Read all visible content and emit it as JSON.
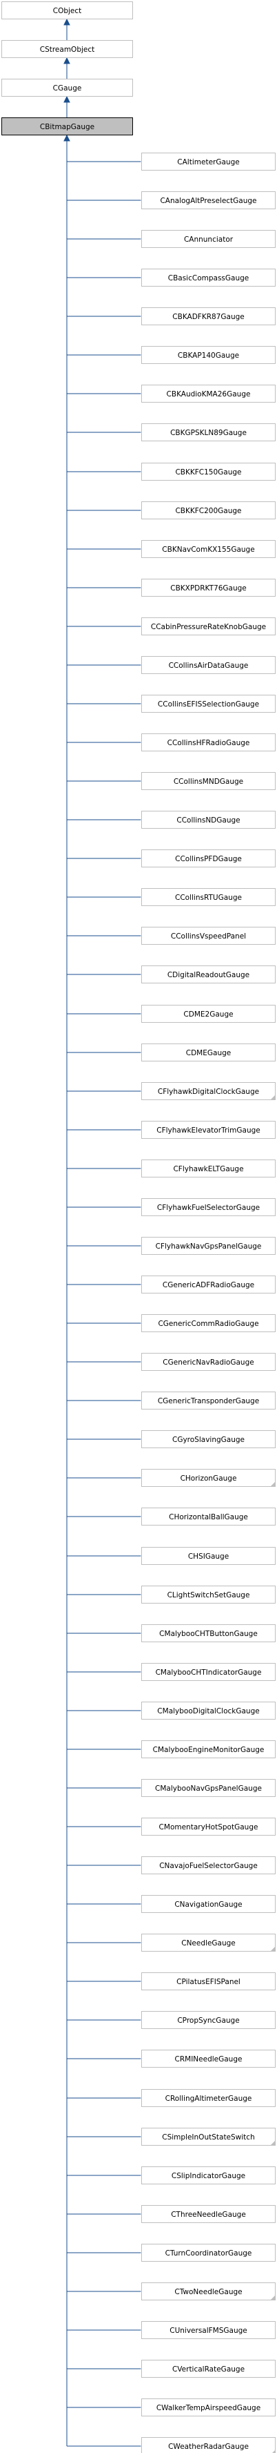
{
  "chain": [
    {
      "name": "CObject",
      "current": false
    },
    {
      "name": "CStreamObject",
      "current": false
    },
    {
      "name": "CGauge",
      "current": false
    },
    {
      "name": "CBitmapGauge",
      "current": true
    }
  ],
  "derived": [
    {
      "name": "CAltimeterGauge",
      "fold": false
    },
    {
      "name": "CAnalogAltPreselectGauge",
      "fold": false
    },
    {
      "name": "CAnnunciator",
      "fold": false
    },
    {
      "name": "CBasicCompassGauge",
      "fold": false
    },
    {
      "name": "CBKADFKR87Gauge",
      "fold": false
    },
    {
      "name": "CBKAP140Gauge",
      "fold": false
    },
    {
      "name": "CBKAudioKMA26Gauge",
      "fold": false
    },
    {
      "name": "CBKGPSKLN89Gauge",
      "fold": false
    },
    {
      "name": "CBKKFC150Gauge",
      "fold": false
    },
    {
      "name": "CBKKFC200Gauge",
      "fold": false
    },
    {
      "name": "CBKNavComKX155Gauge",
      "fold": false
    },
    {
      "name": "CBKXPDRKT76Gauge",
      "fold": false
    },
    {
      "name": "CCabinPressureRateKnobGauge",
      "fold": false
    },
    {
      "name": "CCollinsAirDataGauge",
      "fold": false
    },
    {
      "name": "CCollinsEFISSelectionGauge",
      "fold": false
    },
    {
      "name": "CCollinsHFRadioGauge",
      "fold": false
    },
    {
      "name": "CCollinsMNDGauge",
      "fold": false
    },
    {
      "name": "CCollinsNDGauge",
      "fold": false
    },
    {
      "name": "CCollinsPFDGauge",
      "fold": false
    },
    {
      "name": "CCollinsRTUGauge",
      "fold": false
    },
    {
      "name": "CCollinsVspeedPanel",
      "fold": false
    },
    {
      "name": "CDigitalReadoutGauge",
      "fold": false
    },
    {
      "name": "CDME2Gauge",
      "fold": false
    },
    {
      "name": "CDMEGauge",
      "fold": false
    },
    {
      "name": "CFlyhawkDigitalClockGauge",
      "fold": true
    },
    {
      "name": "CFlyhawkElevatorTrimGauge",
      "fold": false
    },
    {
      "name": "CFlyhawkELTGauge",
      "fold": false
    },
    {
      "name": "CFlyhawkFuelSelectorGauge",
      "fold": false
    },
    {
      "name": "CFlyhawkNavGpsPanelGauge",
      "fold": false
    },
    {
      "name": "CGenericADFRadioGauge",
      "fold": false
    },
    {
      "name": "CGenericCommRadioGauge",
      "fold": false
    },
    {
      "name": "CGenericNavRadioGauge",
      "fold": false
    },
    {
      "name": "CGenericTransponderGauge",
      "fold": false
    },
    {
      "name": "CGyroSlavingGauge",
      "fold": false
    },
    {
      "name": "CHorizonGauge",
      "fold": true
    },
    {
      "name": "CHorizontalBallGauge",
      "fold": false
    },
    {
      "name": "CHSIGauge",
      "fold": false
    },
    {
      "name": "CLightSwitchSetGauge",
      "fold": false
    },
    {
      "name": "CMalybooCHTButtonGauge",
      "fold": false
    },
    {
      "name": "CMalybooCHTIndicatorGauge",
      "fold": false
    },
    {
      "name": "CMalybooDigitalClockGauge",
      "fold": false
    },
    {
      "name": "CMalybooEngineMonitorGauge",
      "fold": false
    },
    {
      "name": "CMalybooNavGpsPanelGauge",
      "fold": false
    },
    {
      "name": "CMomentaryHotSpotGauge",
      "fold": false
    },
    {
      "name": "CNavajoFuelSelectorGauge",
      "fold": false
    },
    {
      "name": "CNavigationGauge",
      "fold": false
    },
    {
      "name": "CNeedleGauge",
      "fold": true
    },
    {
      "name": "CPilatusEFISPanel",
      "fold": false
    },
    {
      "name": "CPropSyncGauge",
      "fold": false
    },
    {
      "name": "CRMINeedleGauge",
      "fold": false
    },
    {
      "name": "CRollingAltimeterGauge",
      "fold": false
    },
    {
      "name": "CSimpleInOutStateSwitch",
      "fold": true
    },
    {
      "name": "CSlipIndicatorGauge",
      "fold": false
    },
    {
      "name": "CThreeNeedleGauge",
      "fold": false
    },
    {
      "name": "CTurnCoordinatorGauge",
      "fold": false
    },
    {
      "name": "CTwoNeedleGauge",
      "fold": true
    },
    {
      "name": "CUniversalFMSGauge",
      "fold": false
    },
    {
      "name": "CVerticalRateGauge",
      "fold": false
    },
    {
      "name": "CWalkerTempAirspeedGauge",
      "fold": false
    },
    {
      "name": "CWeatherRadarGauge",
      "fold": true
    }
  ]
}
